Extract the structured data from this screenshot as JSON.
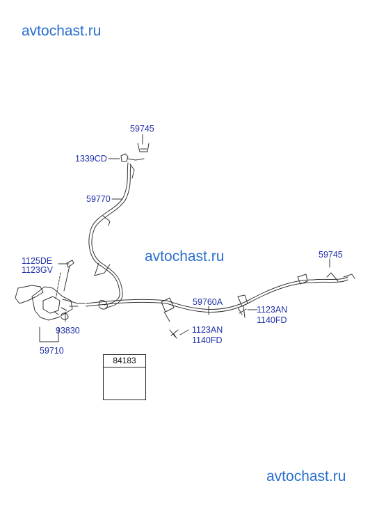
{
  "watermarks": {
    "top": "avtochast.ru",
    "middle": "avtochast.ru",
    "bottom": "avtochast.ru"
  },
  "labels": {
    "p59745_top": "59745",
    "p1339CD": "1339CD",
    "p59770": "59770",
    "p1125DE": "1125DE",
    "p1123GV": "1123GV",
    "p59745_right": "59745",
    "p59760A": "59760A",
    "p1123AN_right": "1123AN",
    "p1140FD_right": "1140FD",
    "p1123AN_bottom": "1123AN",
    "p1140FD_bottom": "1140FD",
    "p93830": "93830",
    "p59710": "59710",
    "p84183": "84183"
  },
  "colors": {
    "label": "#1f2fa8",
    "watermark": "#2a6fcf",
    "line": "#333333"
  }
}
